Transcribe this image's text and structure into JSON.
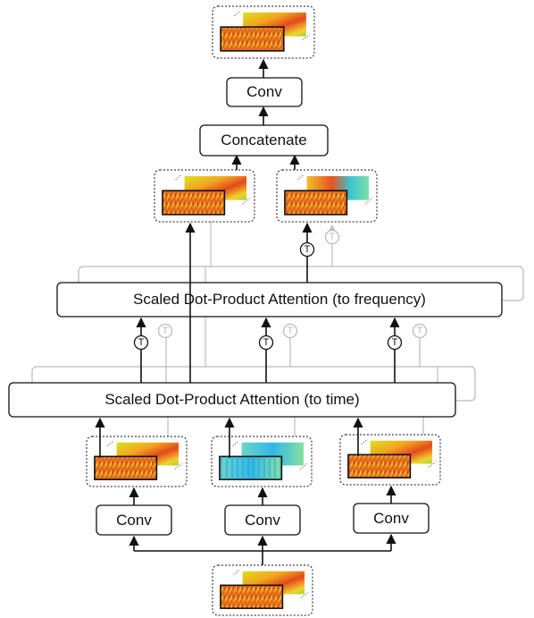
{
  "labels": {
    "conv": "Conv",
    "concatenate": "Concatenate",
    "attention_frequency": "Scaled Dot-Product Attention (to frequency)",
    "attention_time": "Scaled Dot-Product Attention (to time)",
    "transpose": "T"
  }
}
